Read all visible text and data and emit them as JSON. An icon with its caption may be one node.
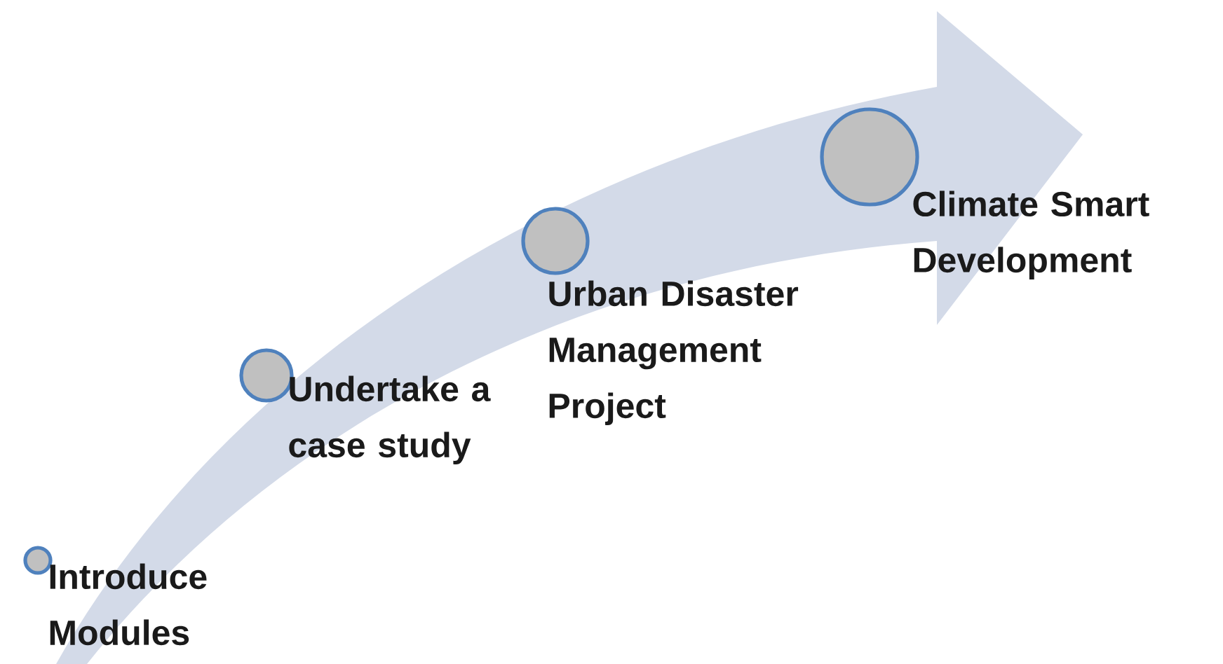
{
  "diagram": {
    "nodes": [
      {
        "text": [],
        "shape": "circle",
        "beside": [
          "Introduce Modules"
        ]
      },
      {
        "text": [],
        "shape": "circle",
        "beside": [
          "Undertake a case study"
        ]
      },
      {
        "text": [],
        "shape": "circle",
        "beside": [
          "Urban Disaster Management Project"
        ]
      },
      {
        "text": [],
        "shape": "circle",
        "beside": [
          "Climate Smart Development"
        ]
      }
    ]
  }
}
